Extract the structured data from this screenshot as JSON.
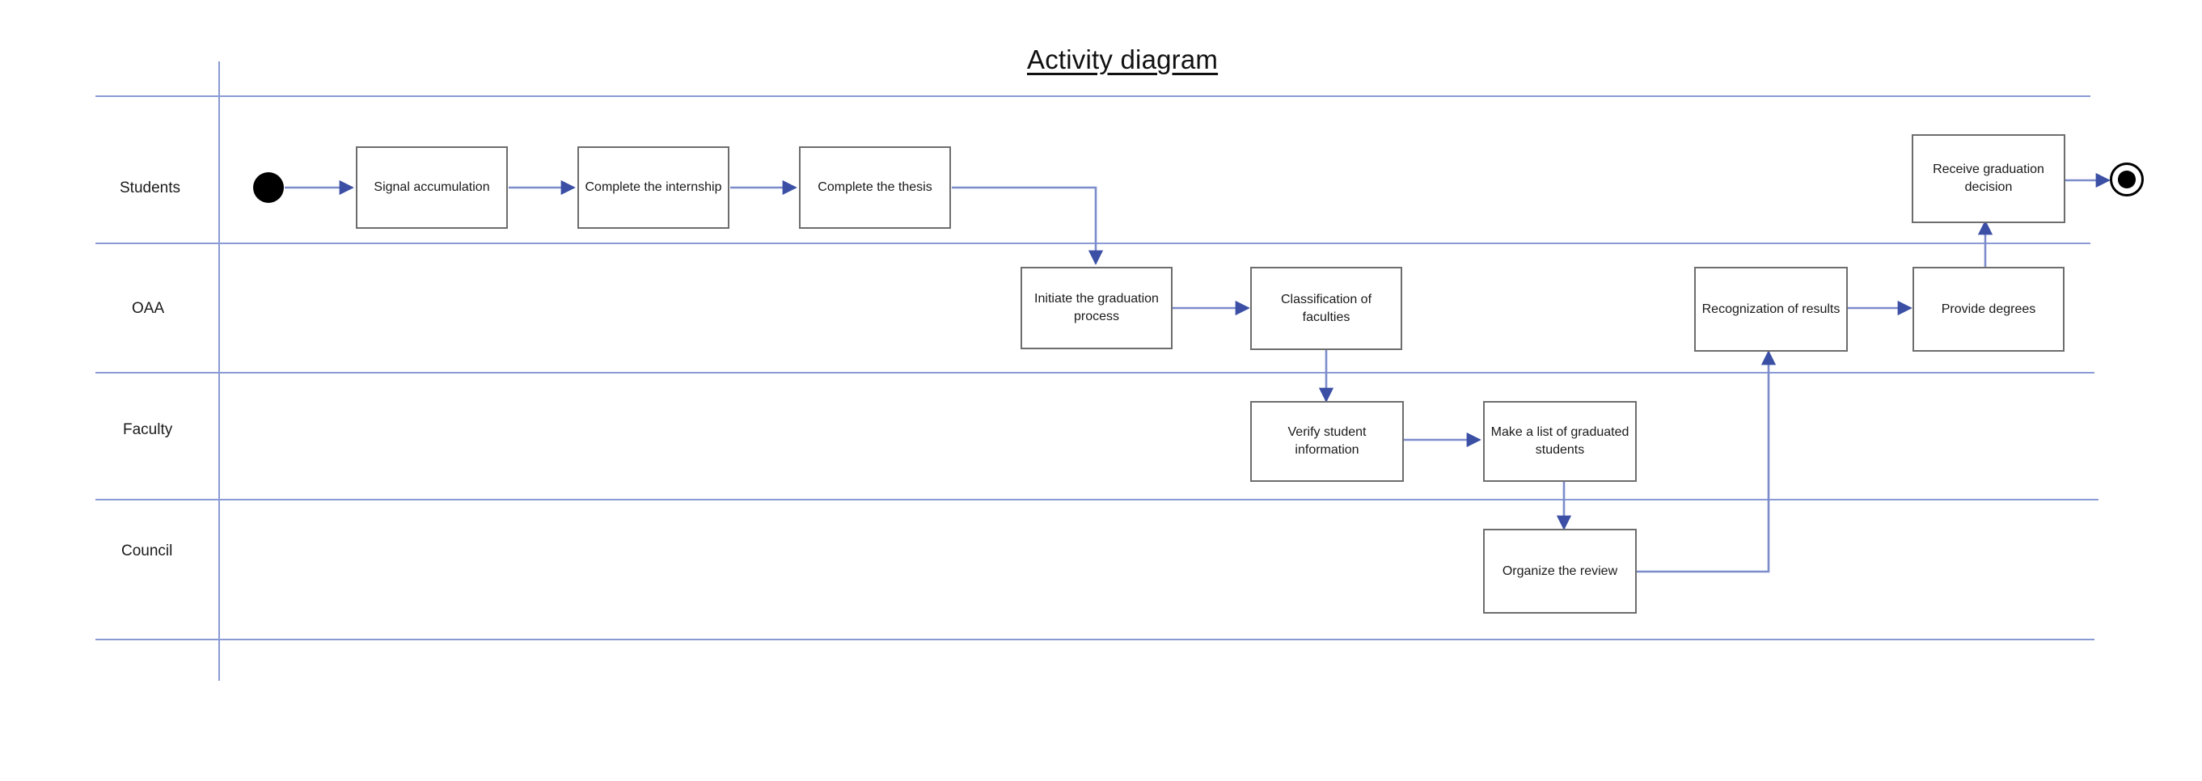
{
  "title": "Activity diagram",
  "colors": {
    "lane_line": "#8A9AD4",
    "connector_line": "#7C8CCB",
    "arrow_head": "#3B4FA5",
    "box_border": "#6D6D6D",
    "node_fill": "#000000",
    "background": "#FFFFFF"
  },
  "lanes": [
    {
      "id": "students",
      "label": "Students"
    },
    {
      "id": "oaa",
      "label": "OAA"
    },
    {
      "id": "faculty",
      "label": "Faculty"
    },
    {
      "id": "council",
      "label": "Council"
    }
  ],
  "nodes": {
    "start": {
      "type": "initial-node",
      "lane": "students"
    },
    "end": {
      "type": "final-node",
      "lane": "students"
    },
    "activities": [
      {
        "id": "signal-accumulation",
        "lane": "students",
        "label": "Signal accumulation"
      },
      {
        "id": "complete-internship",
        "lane": "students",
        "label": "Complete the internship"
      },
      {
        "id": "complete-thesis",
        "lane": "students",
        "label": "Complete the thesis"
      },
      {
        "id": "receive-graduation-decision",
        "lane": "students",
        "label": "Receive graduation decision"
      },
      {
        "id": "initiate-graduation-process",
        "lane": "oaa",
        "label": "Initiate the graduation process"
      },
      {
        "id": "classification-of-faculties",
        "lane": "oaa",
        "label": "Classification of faculties"
      },
      {
        "id": "recognization-of-results",
        "lane": "oaa",
        "label": "Recognization of results"
      },
      {
        "id": "provide-degrees",
        "lane": "oaa",
        "label": "Provide degrees"
      },
      {
        "id": "verify-student-information",
        "lane": "faculty",
        "label": "Verify student information"
      },
      {
        "id": "make-list-graduated-students",
        "lane": "faculty",
        "label": "Make a list of graduated students"
      },
      {
        "id": "organize-the-review",
        "lane": "council",
        "label": "Organize the review"
      }
    ]
  },
  "flows": [
    {
      "from": "start",
      "to": "signal-accumulation"
    },
    {
      "from": "signal-accumulation",
      "to": "complete-internship"
    },
    {
      "from": "complete-internship",
      "to": "complete-thesis"
    },
    {
      "from": "complete-thesis",
      "to": "initiate-graduation-process"
    },
    {
      "from": "initiate-graduation-process",
      "to": "classification-of-faculties"
    },
    {
      "from": "classification-of-faculties",
      "to": "verify-student-information"
    },
    {
      "from": "verify-student-information",
      "to": "make-list-graduated-students"
    },
    {
      "from": "make-list-graduated-students",
      "to": "organize-the-review"
    },
    {
      "from": "organize-the-review",
      "to": "recognization-of-results"
    },
    {
      "from": "recognization-of-results",
      "to": "provide-degrees"
    },
    {
      "from": "provide-degrees",
      "to": "receive-graduation-decision"
    },
    {
      "from": "receive-graduation-decision",
      "to": "end"
    }
  ]
}
